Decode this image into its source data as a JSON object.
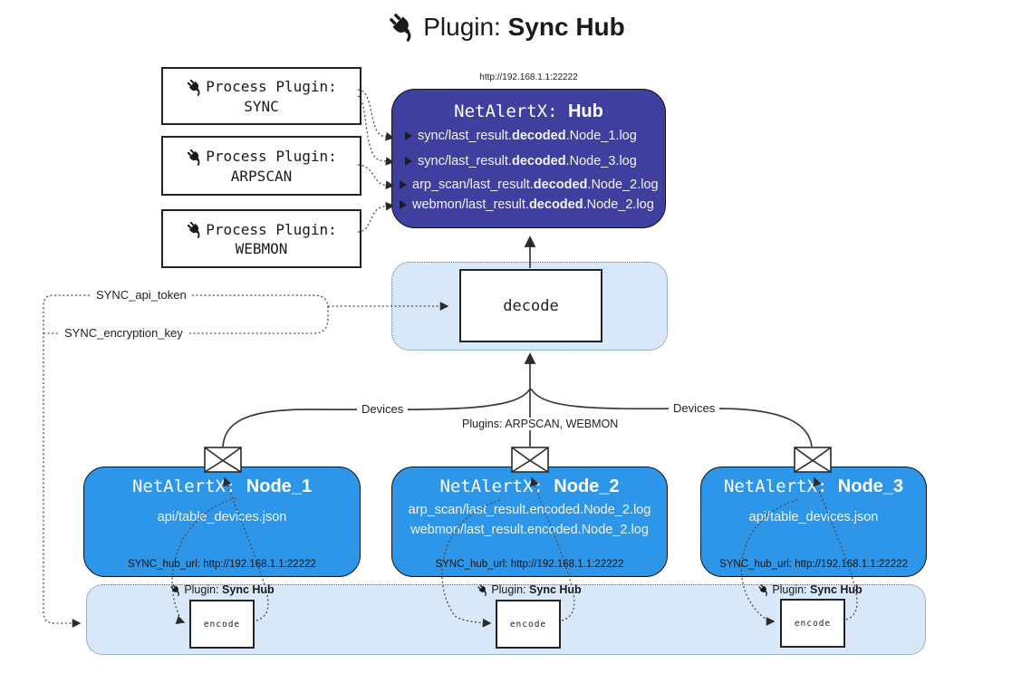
{
  "title": {
    "label": "Plugin:",
    "name": "Sync Hub"
  },
  "colors": {
    "hub_fill": "#3e3f9f",
    "node_fill": "#2e96e8",
    "panel_fill": "#d8e8f9",
    "panel_border": "#5b7a99",
    "line": "#333333"
  },
  "hub": {
    "url": "http://192.168.1.1:22222",
    "title": "NetAlertX:",
    "name": "Hub",
    "logs": [
      {
        "pre": "sync/last_result.",
        "bold": "decoded",
        "post": ".Node_1.log"
      },
      {
        "pre": "sync/last_result.",
        "bold": "decoded",
        "post": ".Node_3.log"
      },
      {
        "pre": "arp_scan/last_result.",
        "bold": "decoded",
        "post": ".Node_2.log"
      },
      {
        "pre": "webmon/last_result.",
        "bold": "decoded",
        "post": ".Node_2.log"
      }
    ]
  },
  "process_plugins": [
    {
      "label": "Process Plugin:",
      "name": "SYNC"
    },
    {
      "label": "Process Plugin:",
      "name": "ARPSCAN"
    },
    {
      "label": "Process Plugin:",
      "name": "WEBMON"
    }
  ],
  "decode": {
    "label": "decode"
  },
  "settings": {
    "api_token": "SYNC_api_token",
    "encryption_key": "SYNC_encryption_key"
  },
  "edge_labels": {
    "devices_left": "Devices",
    "devices_right": "Devices",
    "plugins": "Plugins: ARPSCAN, WEBMON"
  },
  "nodes": [
    {
      "title": "NetAlertX:",
      "name": "Node_1",
      "files": [
        "api/table_devices.json"
      ],
      "hub_url": "SYNC_hub_url: http://192.168.1.1:22222"
    },
    {
      "title": "NetAlertX:",
      "name": "Node_2",
      "files": [
        "arp_scan/last_result.encoded.Node_2.log",
        "webmon/last_result.encoded.Node_2.log"
      ],
      "hub_url": "SYNC_hub_url: http://192.168.1.1:22222"
    },
    {
      "title": "NetAlertX:",
      "name": "Node_3",
      "files": [
        "api/table_devices.json"
      ],
      "hub_url": "SYNC_hub_url: http://192.168.1.1:22222"
    }
  ],
  "encoder": {
    "plugin_label": "Plugin:",
    "plugin_name": "Sync Hub",
    "encode_label": "encode"
  }
}
